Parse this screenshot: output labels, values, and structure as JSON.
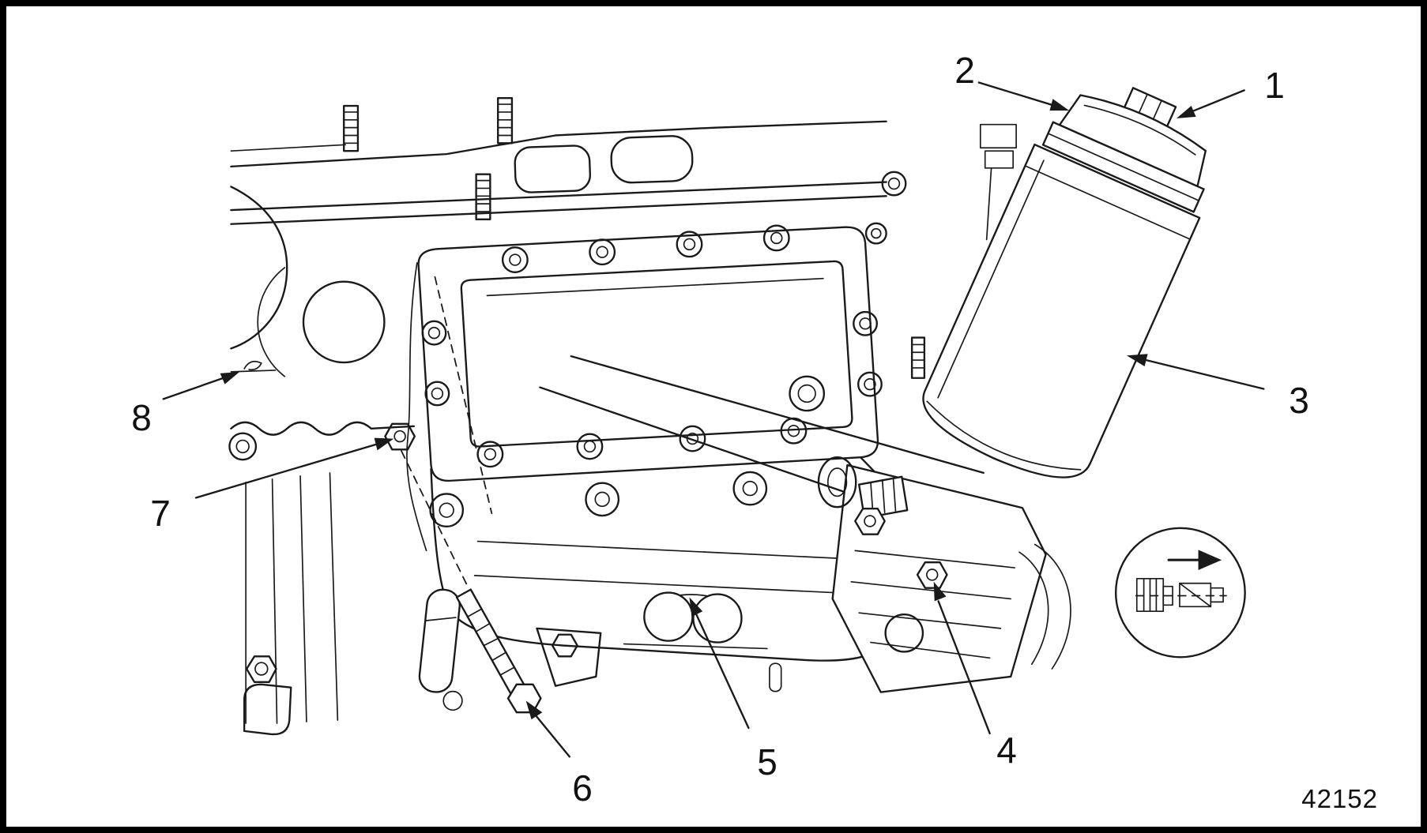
{
  "figure": {
    "number": "42152",
    "callouts": [
      {
        "label": "1"
      },
      {
        "label": "2"
      },
      {
        "label": "3"
      },
      {
        "label": "4"
      },
      {
        "label": "5"
      },
      {
        "label": "6"
      },
      {
        "label": "7"
      },
      {
        "label": "8"
      }
    ]
  }
}
